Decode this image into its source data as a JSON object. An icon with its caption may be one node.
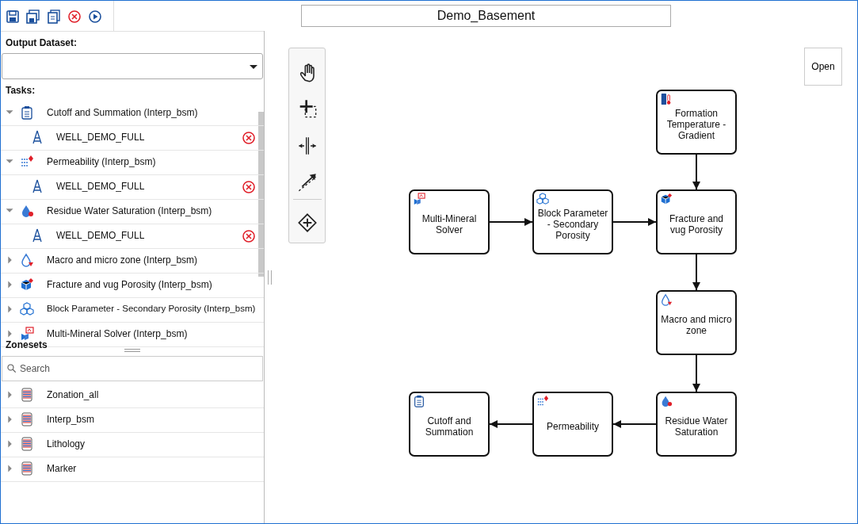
{
  "diagram": {
    "title": "Demo_Basement",
    "nodes": [
      {
        "text": [
          "Formation Temperature - Gradient"
        ]
      },
      {
        "text": [
          "Multi-Mineral Solver"
        ]
      },
      {
        "text": [
          "Block Parameter - Secondary Porosity"
        ]
      },
      {
        "text": [
          "Fracture and vug Porosity"
        ]
      },
      {
        "text": [
          "Macro and micro zone"
        ]
      },
      {
        "text": [
          "Cutoff and Summation"
        ]
      },
      {
        "text": [
          "Permeability"
        ]
      },
      {
        "text": [
          "Residue Water Saturation"
        ]
      }
    ],
    "edges": [
      {
        "from": 1,
        "to": 2,
        "arrow": "to"
      },
      {
        "from": 2,
        "to": 3,
        "arrow": "to"
      },
      {
        "from": 0,
        "to": 3,
        "arrow": "to"
      },
      {
        "from": 3,
        "to": 4,
        "arrow": "to"
      },
      {
        "from": 4,
        "to": 7,
        "arrow": "to"
      },
      {
        "from": 7,
        "to": 6,
        "arrow": "to"
      },
      {
        "from": 6,
        "to": 5,
        "arrow": "to"
      }
    ],
    "labels": [
      "Output Dataset:",
      "Tasks:",
      "Cutoff and Summation (Interp_bsm)",
      "WELL_DEMO_FULL",
      "Permeability (Interp_bsm)",
      "WELL_DEMO_FULL",
      "Residue Water Saturation (Interp_bsm)",
      "WELL_DEMO_FULL",
      "Macro and micro zone (Interp_bsm)",
      "Fracture and vug Porosity (Interp_bsm)",
      "Block Parameter - Secondary Porosity (Interp_bsm)",
      "Multi-Mineral Solver (Interp_bsm)",
      "Zonesets",
      "Search",
      "Zonation_all",
      "Interp_bsm",
      "Lithology",
      "Marker",
      "Open"
    ]
  }
}
